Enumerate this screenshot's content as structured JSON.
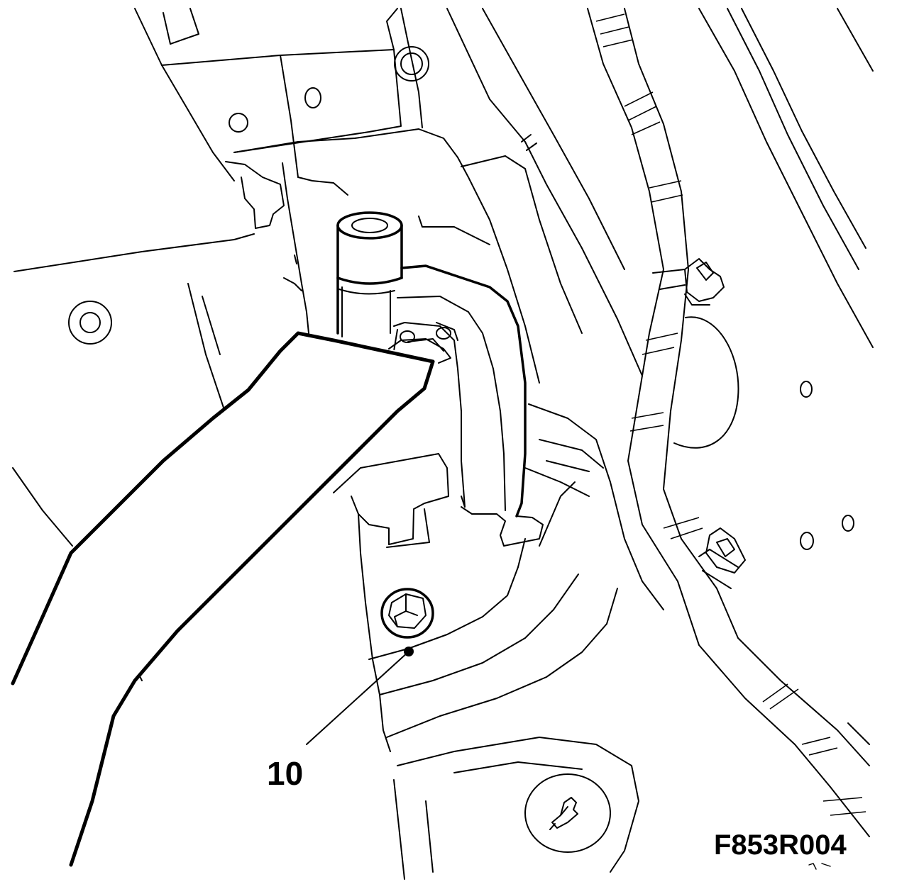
{
  "diagram": {
    "callouts": [
      {
        "id": "callout-10",
        "label": "10"
      }
    ],
    "figure_id": "F853R004"
  }
}
